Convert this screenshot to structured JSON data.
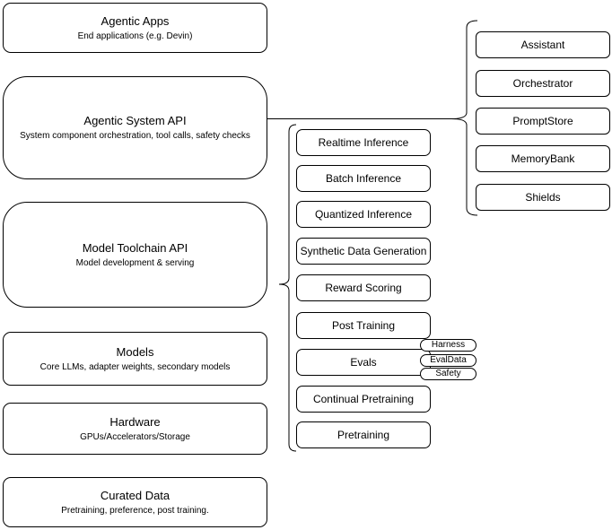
{
  "diagram": {
    "stack": [
      {
        "title": "Agentic Apps",
        "subtitle": "End applications (e.g. Devin)"
      },
      {
        "title": "Agentic System API",
        "subtitle": "System component orchestration, tool calls, safety checks"
      },
      {
        "title": "Model Toolchain API",
        "subtitle": "Model development & serving"
      },
      {
        "title": "Models",
        "subtitle": "Core LLMs, adapter weights, secondary models"
      },
      {
        "title": "Hardware",
        "subtitle": "GPUs/Accelerators/Storage"
      },
      {
        "title": "Curated Data",
        "subtitle": "Pretraining, preference, post training."
      }
    ],
    "toolchain_services": [
      "Realtime Inference",
      "Batch Inference",
      "Quantized Inference",
      "Synthetic Data Generation",
      "Reward Scoring",
      "Post Training",
      "Evals",
      "Continual Pretraining",
      "Pretraining"
    ],
    "evals_tags": [
      "Harness",
      "EvalData",
      "Safety"
    ],
    "system_components": [
      "Assistant",
      "Orchestrator",
      "PromptStore",
      "MemoryBank",
      "Shields"
    ],
    "colors": {
      "stroke": "#000000",
      "fill": "#ffffff",
      "background": "#ffffff"
    }
  }
}
